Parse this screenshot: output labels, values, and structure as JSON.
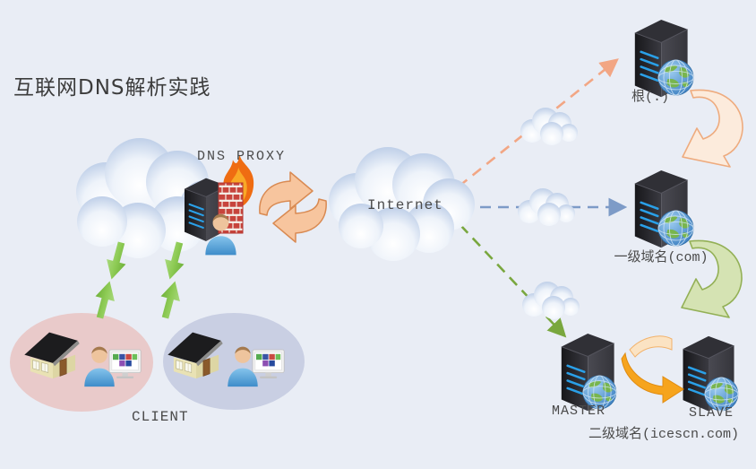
{
  "title": "互联网DNS解析实践",
  "nodes": {
    "dns_proxy": {
      "label": "DNS PROXY"
    },
    "internet": {
      "label": "Internet"
    },
    "root_server": {
      "label": "根(.)"
    },
    "tld_server": {
      "label": "一级域名(com)"
    },
    "master_server": {
      "label": "MASTER"
    },
    "slave_server": {
      "label": "SLAVE"
    },
    "second_level_domain": {
      "label": "二级域名(icescn.com)"
    },
    "client": {
      "label": "CLIENT"
    }
  },
  "connections": [
    {
      "from": "client",
      "to": "dns_proxy",
      "style": "double-green-arrows",
      "color": "#7fc24a"
    },
    {
      "from": "dns_proxy",
      "to": "internet",
      "style": "sync-curved-arrows",
      "color": "#f7c59e"
    },
    {
      "from": "internet",
      "to": "root_server",
      "style": "dashed-line",
      "color": "#f2a684"
    },
    {
      "from": "internet",
      "to": "tld_server",
      "style": "dashed-line",
      "color": "#7d9bc7"
    },
    {
      "from": "internet",
      "to": "master_server",
      "style": "dashed-line",
      "color": "#79a73e"
    },
    {
      "from": "root_server",
      "to": "tld_server",
      "style": "curved-arrow",
      "color": "#fcebdc"
    },
    {
      "from": "tld_server",
      "to": "master_server",
      "style": "curved-arrow",
      "color": "#d5e3b3"
    },
    {
      "from": "master_server",
      "to": "slave_server",
      "style": "swoosh-arrow",
      "color": "#f6a41d"
    }
  ],
  "colors": {
    "background": "#e9edf5",
    "text": "#4a4a4a",
    "flow_root": "#f2a684",
    "flow_tld": "#7d9bc7",
    "flow_master": "#79a73e",
    "client_zone_pink": "#e9caca",
    "client_zone_blue": "#c9cfe3",
    "server_stripe": "#2aa0e8",
    "cloud_shade": "#bccde7"
  },
  "icons": {
    "cloud": "cloud-icon",
    "server": "server-tower-icon",
    "globe": "globe-icon",
    "firewall": "firewall-brick-icon",
    "flame": "flame-icon",
    "user": "user-icon",
    "house": "house-icon",
    "monitor": "monitor-icon"
  }
}
